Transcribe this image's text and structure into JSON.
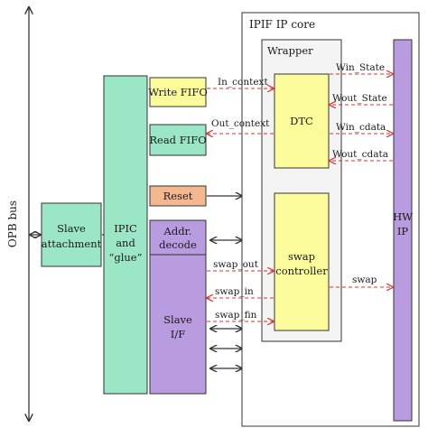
{
  "colors": {
    "yellow": "#fbfb9b",
    "green": "#9be6c6",
    "orange": "#f5b78f",
    "purple": "#b99bdf",
    "wrapper_bg": "#f4f4f4",
    "stroke": "#333333",
    "red_dashed": "#e03030"
  },
  "labels": {
    "opb_bus": "OPB bus",
    "slave_attachment_line1": "Slave",
    "slave_attachment_line2": "attachment",
    "ipic_line1": "IPIC",
    "ipic_line2": "and",
    "ipic_line3": "“glue”",
    "write_fifo": "Write FIFO",
    "read_fifo": "Read FIFO",
    "reset": "Reset",
    "addr_decode_line1": "Addr.",
    "addr_decode_line2": "decode",
    "slave_if_line1": "Slave",
    "slave_if_line2": "I/F",
    "ipif_core": "IPIF IP core",
    "wrapper": "Wrapper",
    "dtc": "DTC",
    "swap_controller_line1": "swap",
    "swap_controller_line2": "controller",
    "hw_ip_line1": "HW",
    "hw_ip_line2": "IP"
  },
  "signals": {
    "in_context": "In_context",
    "out_context": "Out_context",
    "win_state": "Win_State",
    "wout_state": "Wout_State",
    "win_cdata": "Win_cdata",
    "wout_cdata": "Wout_cdata",
    "swap_out": "swap_out",
    "swap_in": "swap_in",
    "swap_fin": "swap_fin",
    "swap": "swap"
  }
}
